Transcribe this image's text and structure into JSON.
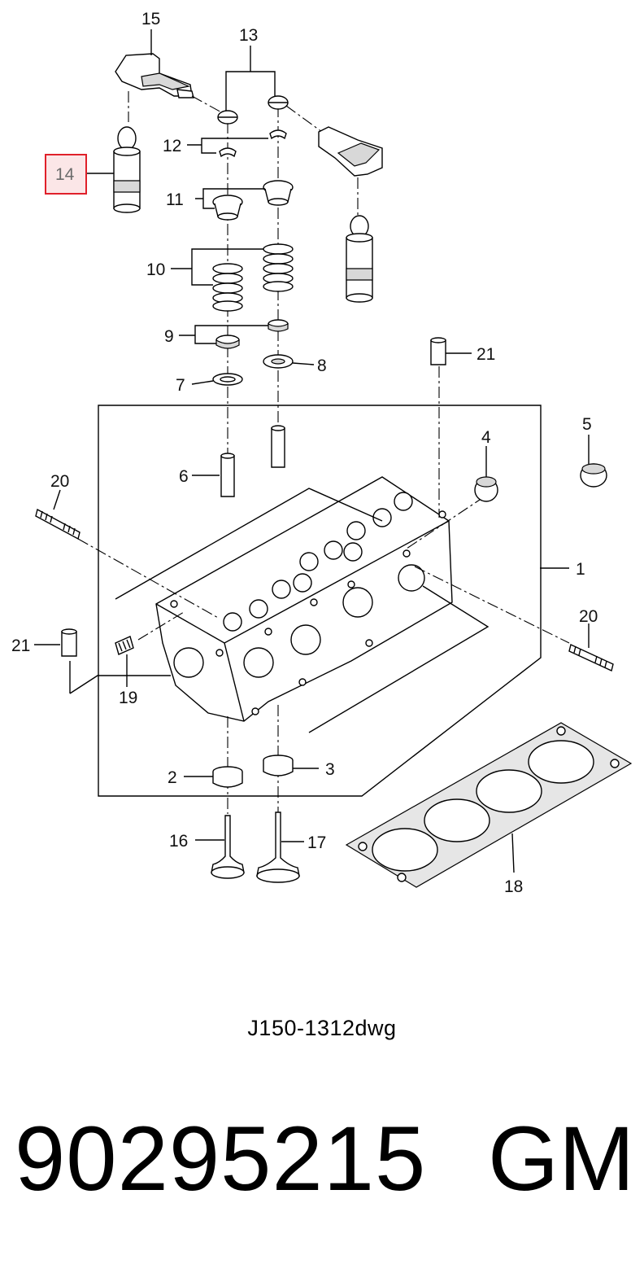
{
  "callouts": {
    "c1": "1",
    "c2": "2",
    "c3": "3",
    "c4": "4",
    "c5": "5",
    "c6": "6",
    "c7": "7",
    "c8": "8",
    "c9": "9",
    "c10": "10",
    "c11": "11",
    "c12": "12",
    "c13": "13",
    "c14": "14",
    "c15": "15",
    "c16": "16",
    "c17": "17",
    "c18": "18",
    "c19": "19",
    "c20a": "20",
    "c20b": "20",
    "c21a": "21",
    "c21b": "21"
  },
  "highlighted_callout": "14",
  "highlight_color": "#e0202a",
  "drawing_code": "J150-1312dwg",
  "part_number": "90295215",
  "brand": "GM"
}
